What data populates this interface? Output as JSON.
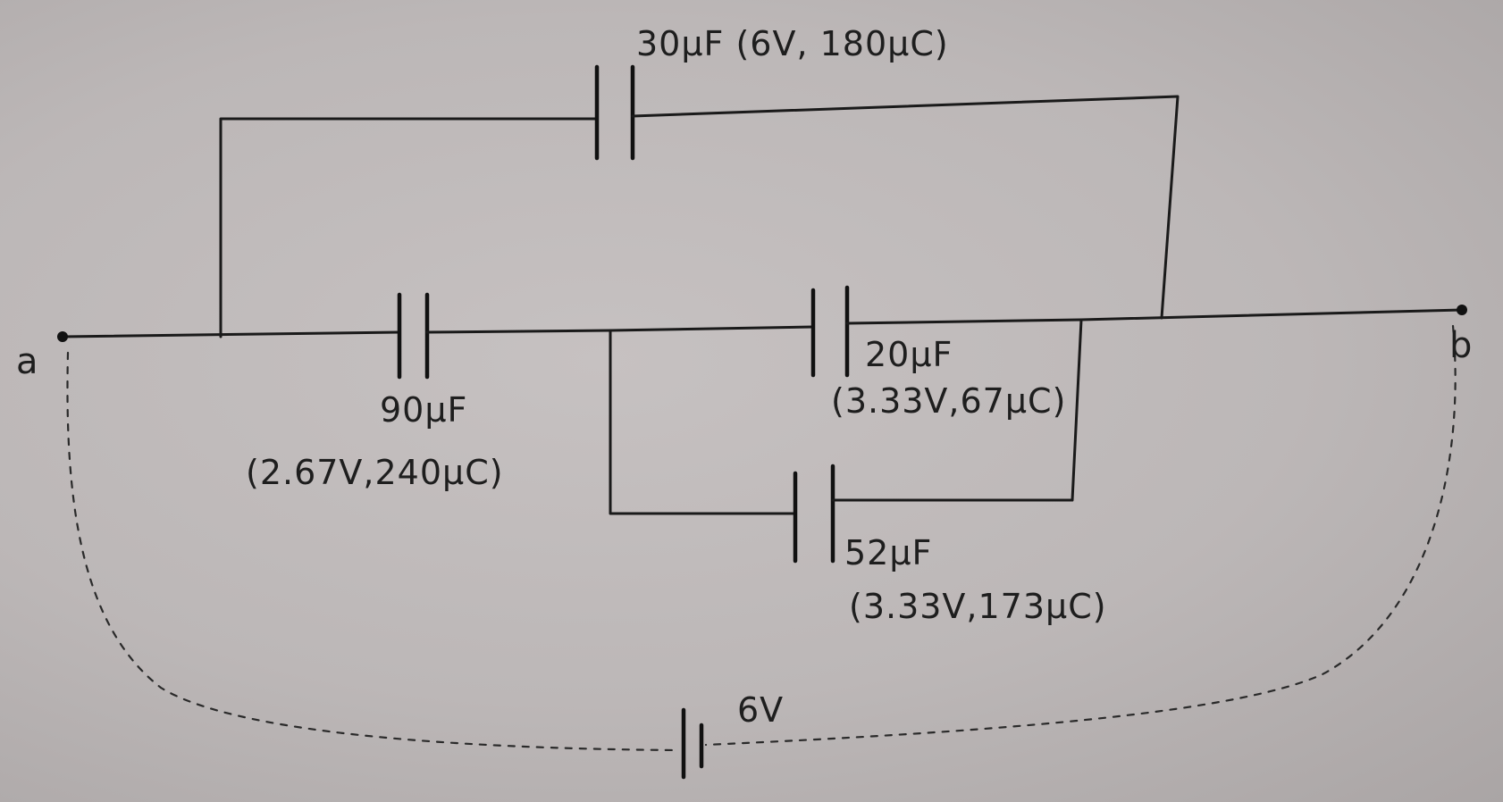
{
  "terminals": {
    "a": "a",
    "b": "b"
  },
  "capacitors": [
    {
      "id": "c30",
      "label": "30µF (6V, 180µC)"
    },
    {
      "id": "c90",
      "value": "90µF",
      "detail": "(2.67V,240µC)"
    },
    {
      "id": "c20",
      "value": "20µF",
      "detail": "(3.33V,67µC)"
    },
    {
      "id": "c52",
      "value": "52µF",
      "detail": "(3.33V,173µC)"
    }
  ],
  "battery": {
    "label": "6V"
  },
  "colors": {
    "paper": "#bcb7b7",
    "ink": "#1a1a1a"
  }
}
